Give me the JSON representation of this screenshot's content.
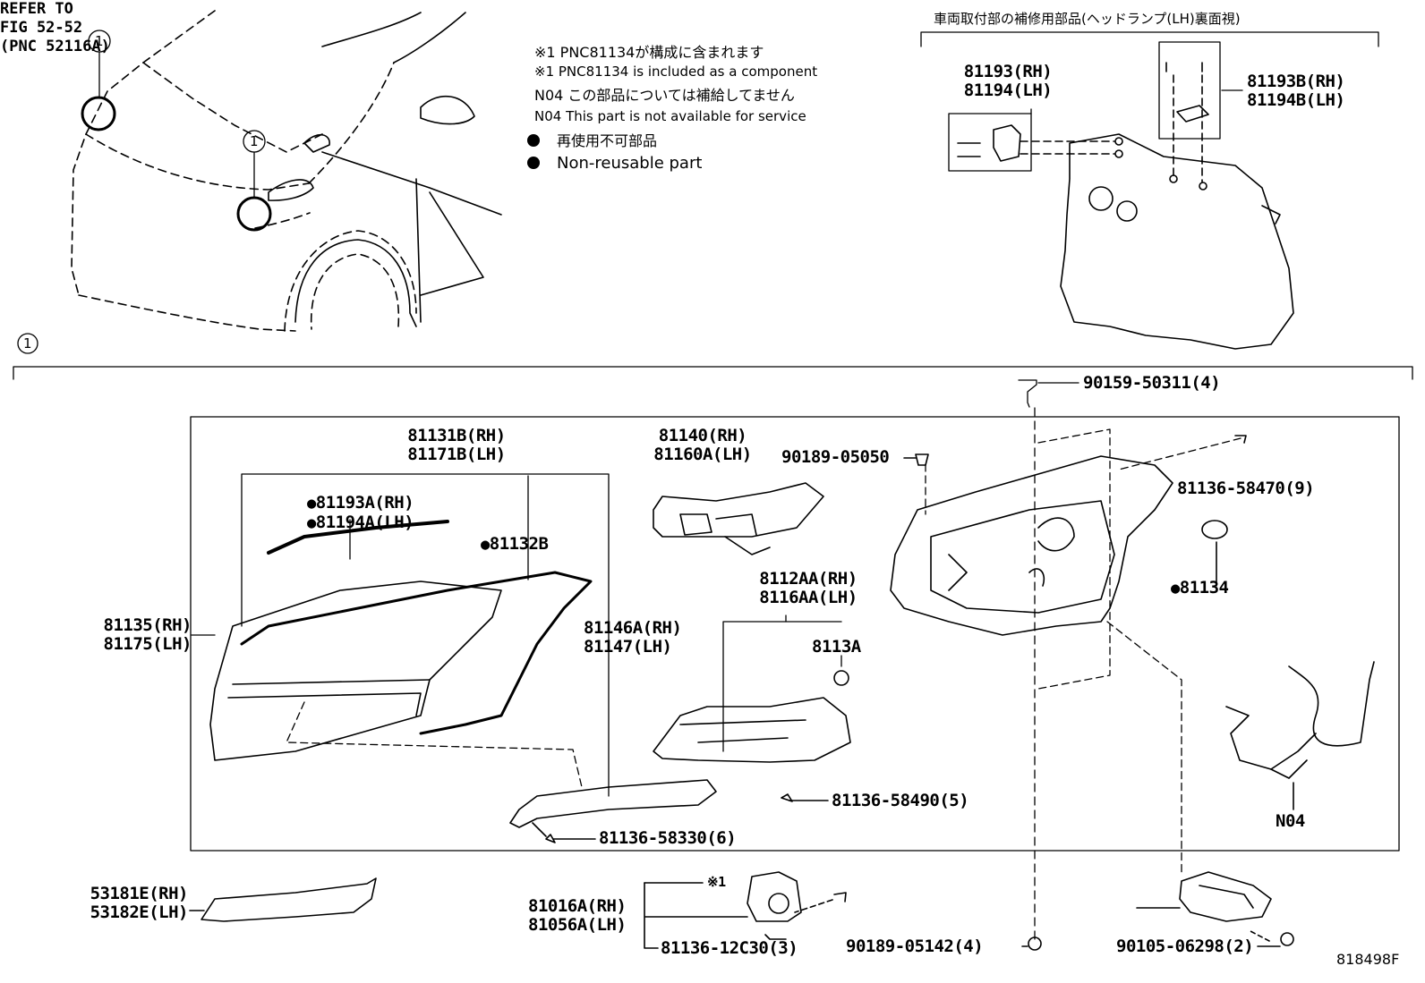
{
  "notes": {
    "jp_component": "※1 PNC81134が構成に含まれます",
    "en_component": "※1 PNC81134 is included as a component",
    "jp_n04": "N04  この部品については補給してません",
    "en_n04": "N04  This part is not available for service",
    "jp_nonreuse": "再使用不可部品",
    "en_nonreuse": "Non-reusable part",
    "bullet": "●"
  },
  "inset_title": "車両取付部の補修用部品(ヘッドランプ(LH)裏面視)",
  "callout": "1",
  "parts": {
    "p81193": [
      "81193(RH)",
      "81194(LH)"
    ],
    "p81193b": [
      "81193B(RH)",
      "81194B(LH)"
    ],
    "p90159": "90159-50311(4)",
    "p81131b": [
      "81131B(RH)",
      "81171B(LH)"
    ],
    "p81140": [
      "81140(RH)",
      "81160A(LH)"
    ],
    "p90189a": "90189-05050",
    "p81136_9": "81136-58470(9)",
    "p81193a": [
      "81193A(RH)",
      "81194A(LH)"
    ],
    "p81132b": "81132B",
    "p81134": "81134",
    "p81112aa": [
      "8112AA(RH)",
      "8116AA(LH)"
    ],
    "p81135": [
      "81135(RH)",
      "81175(LH)"
    ],
    "p81146a": [
      "81146A(RH)",
      "81147(LH)"
    ],
    "p8113a": "8113A",
    "p81136_5": "81136-58490(5)",
    "p81136_6": "81136-58330(6)",
    "n04": "N04",
    "p53181e": [
      "53181E(RH)",
      "53182E(LH)"
    ],
    "mark1": "※1",
    "p81016a": [
      "81016A(RH)",
      "81056A(LH)"
    ],
    "p81136_3": "81136-12C30(3)",
    "p90189b": "90189-05142(4)",
    "refer": [
      "REFER TO",
      "FIG 52-52",
      "(PNC 52116A)"
    ],
    "p90105": "90105-06298(2)"
  },
  "catalog_number": "818498F"
}
